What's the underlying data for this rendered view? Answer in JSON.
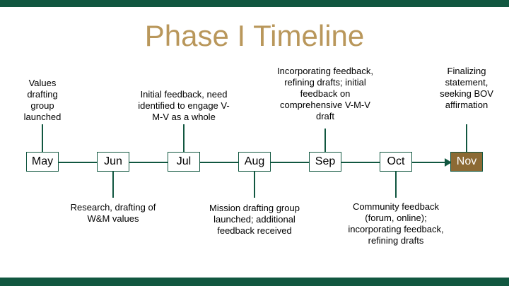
{
  "slide": {
    "title": "Phase I Timeline",
    "colors": {
      "accent_green": "#115740",
      "accent_gold": "#b9975b",
      "highlight": "#8c6a34"
    }
  },
  "timeline": {
    "months": [
      "May",
      "Jun",
      "Jul",
      "Aug",
      "Sep",
      "Oct",
      "Nov"
    ],
    "notes": {
      "may": "Values drafting group launched",
      "jun": "Research, drafting of W&M values",
      "jul": "Initial feedback, need identified to engage V-M-V as a whole",
      "aug": "Mission drafting group launched; additional feedback received",
      "sep": "Incorporating feedback, refining drafts; initial feedback on comprehensive V-M-V draft",
      "oct": "Community feedback (forum, online); incorporating feedback, refining drafts",
      "nov": "Finalizing statement, seeking BOV affirmation"
    }
  }
}
